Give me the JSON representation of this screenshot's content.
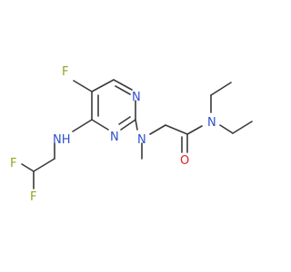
{
  "molecule": {
    "atoms": [
      {
        "id": "F_top",
        "label": "F",
        "color": "#90a61d"
      },
      {
        "id": "N_ring_top",
        "label": "N",
        "color": "#3050d0"
      },
      {
        "id": "N_ring_bottom",
        "label": "N",
        "color": "#3050d0"
      },
      {
        "id": "NH",
        "label": "NH",
        "color": "#3050d0"
      },
      {
        "id": "N_amine",
        "label": "N",
        "color": "#3050d0"
      },
      {
        "id": "N_amide",
        "label": "N",
        "color": "#3050d0"
      },
      {
        "id": "O",
        "label": "O",
        "color": "#e02020"
      },
      {
        "id": "F_left",
        "label": "F",
        "color": "#90a61d"
      },
      {
        "id": "F_bottom",
        "label": "F",
        "color": "#90a61d"
      }
    ]
  }
}
